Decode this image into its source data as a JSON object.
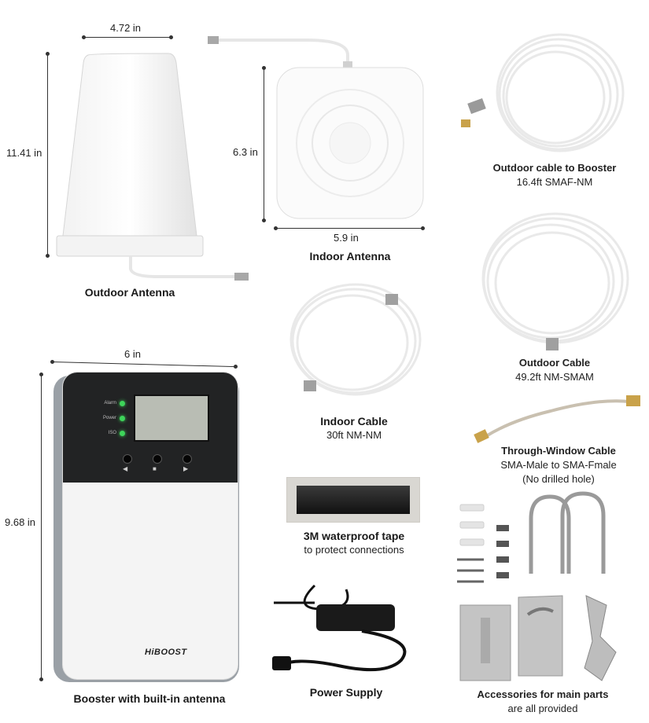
{
  "dimensions": {
    "outdoor_width": "4.72 in",
    "outdoor_height": "11.41 in",
    "indoor_height": "6.3 in",
    "indoor_width": "5.9 in",
    "booster_width": "6 in",
    "booster_height": "9.68 in"
  },
  "captions": {
    "outdoor_antenna": "Outdoor Antenna",
    "indoor_antenna": "Indoor Antenna",
    "cable_booster_title": "Outdoor cable to Booster",
    "cable_booster_sub": "16.4ft SMAF-NM",
    "outdoor_cable_title": "Outdoor Cable",
    "outdoor_cable_sub": "49.2ft NM-SMAM",
    "indoor_cable_title": "Indoor Cable",
    "indoor_cable_sub": "30ft NM-NM",
    "window_cable_title": "Through-Window Cable",
    "window_cable_sub1": "SMA-Male to SMA-Fmale",
    "window_cable_sub2": "(No drilled hole)",
    "tape_title": "3M waterproof tape",
    "tape_sub": "to protect connections",
    "booster": "Booster with built-in antenna",
    "power_supply": "Power Supply",
    "accessories_title": "Accessories for main parts",
    "accessories_sub": "are all provided"
  },
  "booster": {
    "brand": "HiBOOST",
    "leds": [
      "Alarm",
      "Power",
      "ISO"
    ],
    "led_color": "#3ed45a"
  }
}
